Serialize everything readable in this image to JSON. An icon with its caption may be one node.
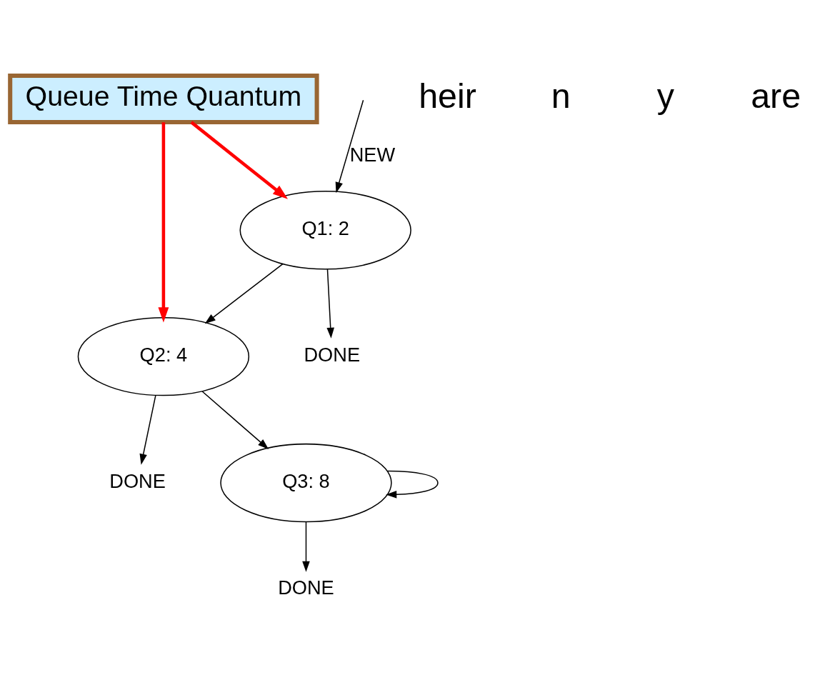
{
  "diagram": {
    "nodes": [
      {
        "text": [
          "DONE"
        ]
      },
      {
        "text": [
          "Q1: 2"
        ]
      },
      {
        "text": [
          "Queue Time Quantum"
        ]
      },
      {
        "text": [
          "DONE"
        ]
      },
      {
        "text": [
          "Q2: 4"
        ]
      },
      {
        "text": [
          "DONE"
        ]
      },
      {
        "text": [
          "Q3: 8"
        ]
      }
    ],
    "edges": [
      {
        "from": null,
        "to": 1,
        "arrow": "to",
        "label": "NEW"
      },
      {
        "from": 1,
        "to": 0,
        "arrow": "to"
      },
      {
        "from": 1,
        "to": 4,
        "arrow": "to"
      },
      {
        "from": 2,
        "to": 1,
        "arrow": "to",
        "style": "thick",
        "color": "#ff0000"
      },
      {
        "from": 2,
        "to": 4,
        "arrow": "to",
        "style": "thick",
        "color": "#ff0000"
      },
      {
        "from": 4,
        "to": 3,
        "arrow": "to"
      },
      {
        "from": 4,
        "to": 6,
        "arrow": "to"
      },
      {
        "from": 6,
        "to": 5,
        "arrow": "to"
      },
      {
        "from": 6,
        "to": 6,
        "arrow": "to"
      }
    ],
    "labels": [
      "heir",
      "n",
      "y",
      "are"
    ]
  }
}
